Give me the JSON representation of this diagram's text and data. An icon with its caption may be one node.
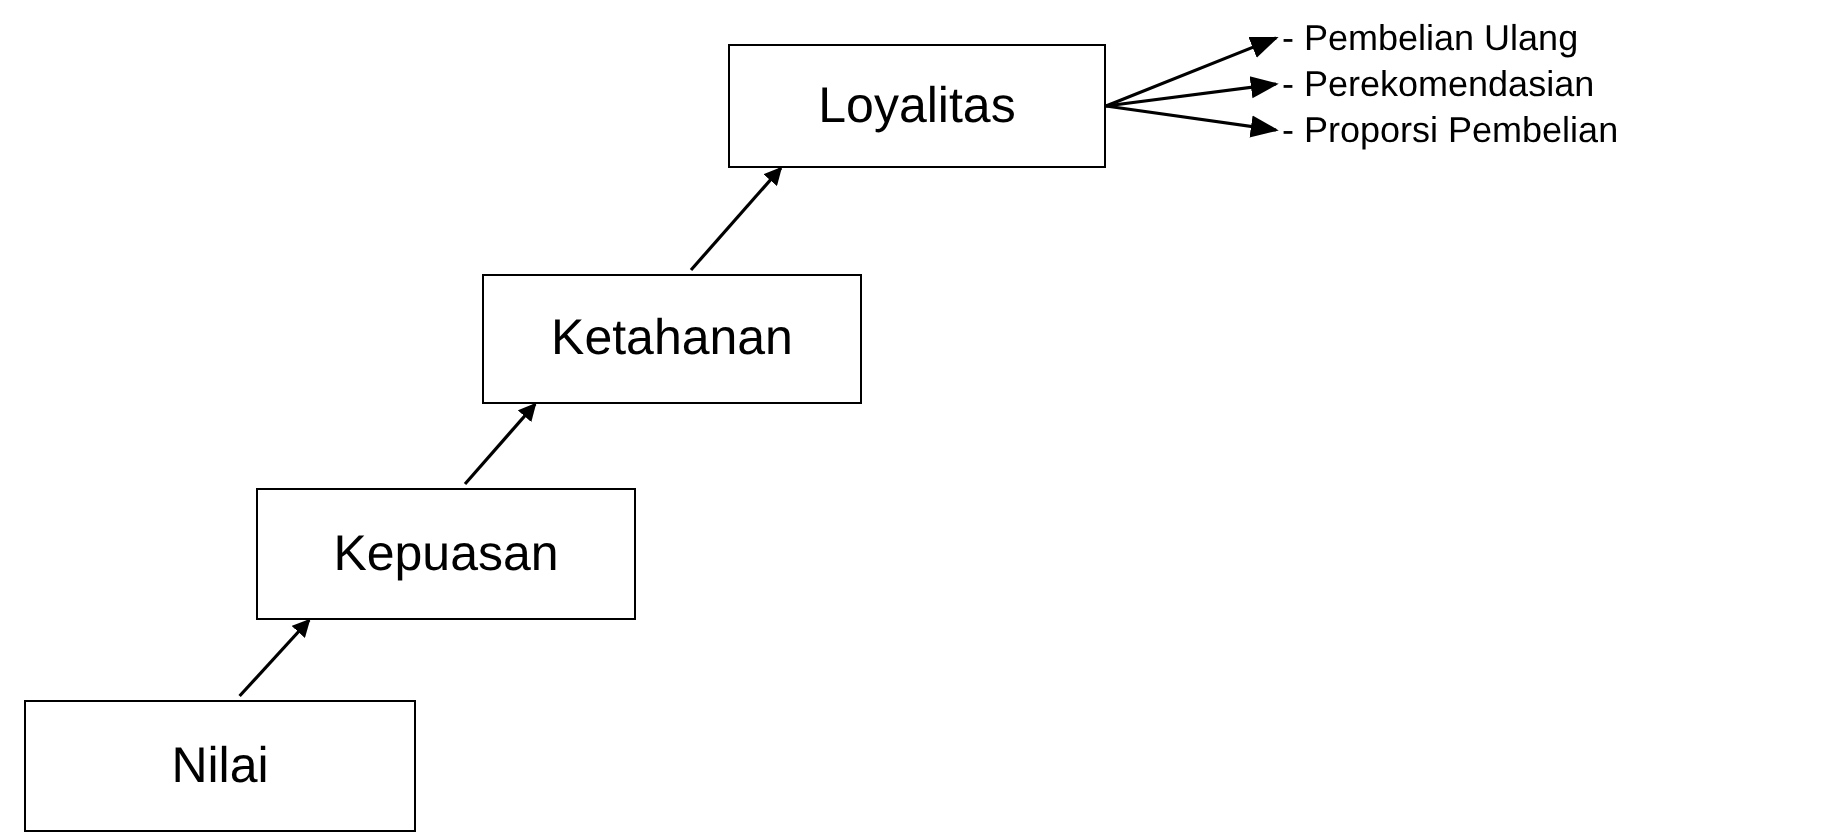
{
  "diagram": {
    "nodes": [
      {
        "text": [
          "Nilai"
        ]
      },
      {
        "text": [
          "Kepuasan"
        ]
      },
      {
        "text": [
          "Ketahanan"
        ]
      },
      {
        "text": [
          "Loyalitas"
        ]
      },
      {
        "text": [
          "- Pembelian Ulang"
        ]
      },
      {
        "text": [
          "- Perekomendasian"
        ]
      },
      {
        "text": [
          "- Proporsi Pembelian"
        ]
      }
    ],
    "edges": [
      {
        "from": 0,
        "to": 1,
        "arrow": "to"
      },
      {
        "from": 1,
        "to": 2,
        "arrow": "to"
      },
      {
        "from": 2,
        "to": 3,
        "arrow": "to"
      },
      {
        "from": 3,
        "to": 4,
        "arrow": "to"
      },
      {
        "from": 3,
        "to": 5,
        "arrow": "to"
      },
      {
        "from": 3,
        "to": 6,
        "arrow": "to"
      }
    ]
  }
}
